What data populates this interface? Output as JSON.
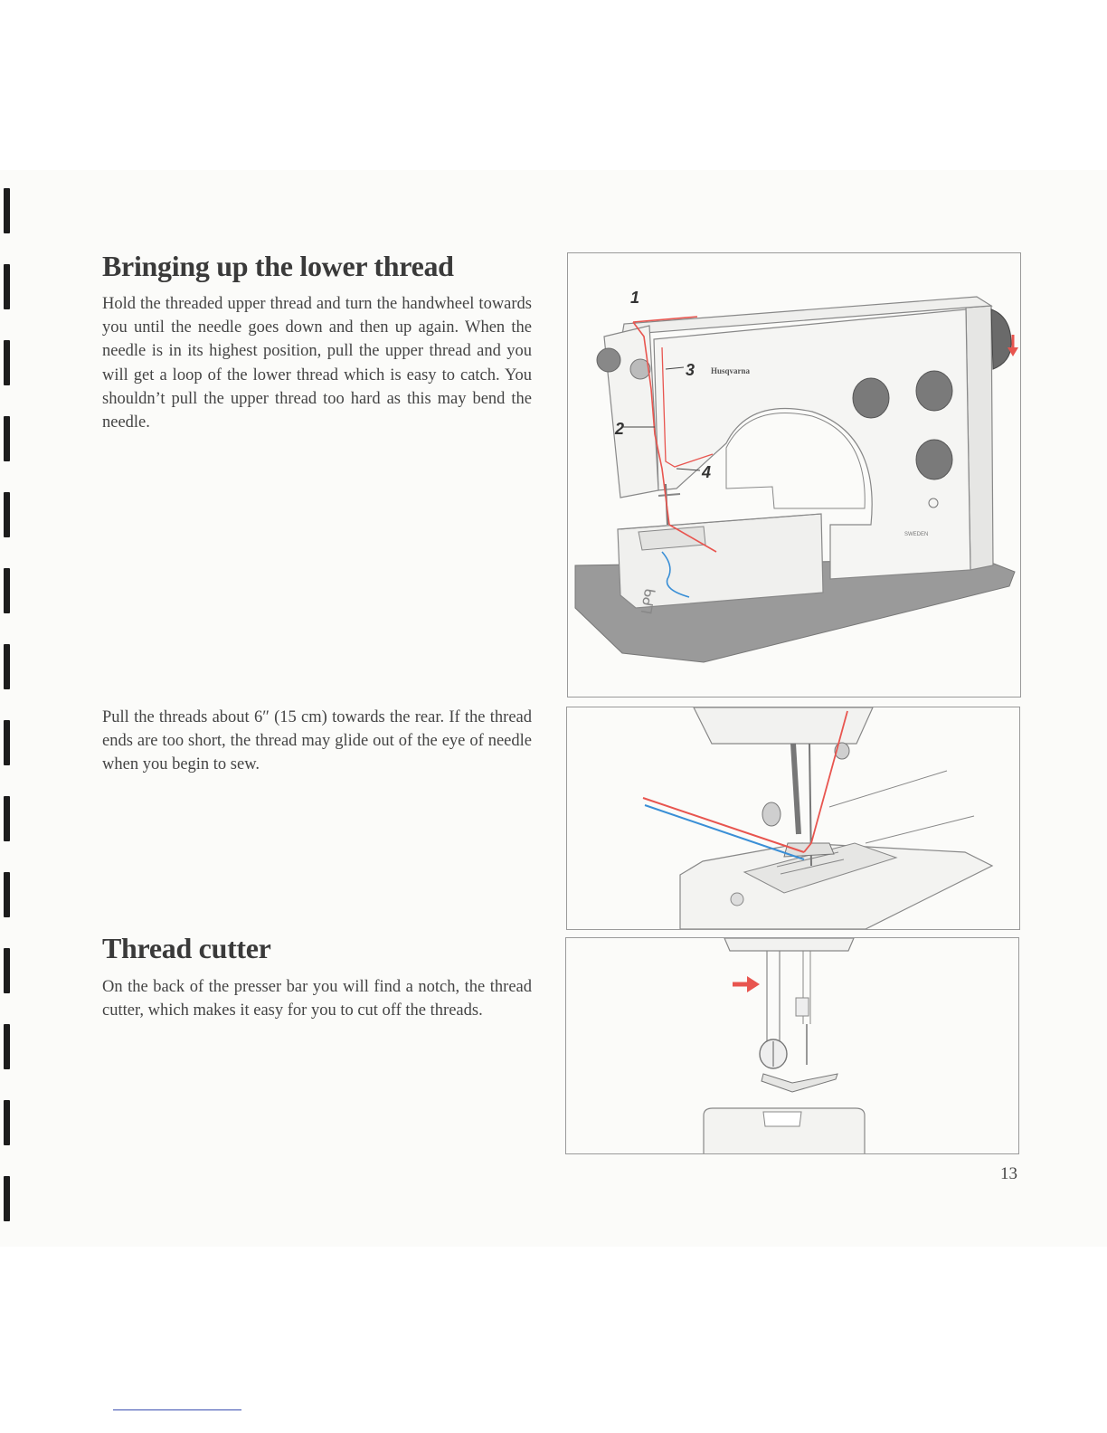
{
  "section1": {
    "heading": "Bringing up the lower thread",
    "paragraph": "Hold the threaded upper thread and turn the handwheel towards you until the needle goes down and then up again. When the needle is in its highest position, pull the upper thread and you will get a loop of the lower thread which is easy to catch. You shouldn’t pull the upper thread too hard as this may bend the needle."
  },
  "section2": {
    "paragraph": "Pull the threads about 6″ (15 cm) towards the rear. If the thread ends are too short, the thread may glide out of the eye of needle when you begin to sew."
  },
  "section3": {
    "heading": "Thread cutter",
    "paragraph": "On the back of the presser bar you will find a notch, the thread cutter, which makes it easy for you to cut off the threads."
  },
  "figure1": {
    "callouts": [
      "1",
      "2",
      "3",
      "4"
    ],
    "brand": "Husqvarna",
    "badge": "SWEDEN"
  },
  "page_number": "13",
  "colors": {
    "upper_thread": "#e8554f",
    "lower_thread": "#3a8fd6",
    "machine_body": "#f3f3f1",
    "machine_base": "#9a9a9a",
    "frame_border": "#9a9a9a"
  }
}
